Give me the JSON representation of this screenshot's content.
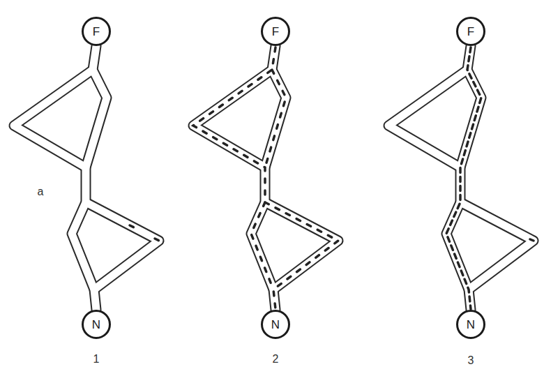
{
  "diagram": {
    "nodes": [
      {
        "text": [
          "F"
        ]
      },
      {
        "text": [
          "N"
        ]
      },
      {
        "text": [
          "F"
        ]
      },
      {
        "text": [
          "N"
        ]
      },
      {
        "text": [
          "F"
        ]
      },
      {
        "text": [
          "N"
        ]
      }
    ],
    "edges": [
      {
        "from": 0,
        "to": 1,
        "arrow": "none"
      },
      {
        "from": 2,
        "to": 3,
        "arrow": "none"
      },
      {
        "from": 4,
        "to": 5,
        "arrow": "none"
      }
    ],
    "labels": [
      "a",
      "1",
      "2",
      "3"
    ]
  }
}
